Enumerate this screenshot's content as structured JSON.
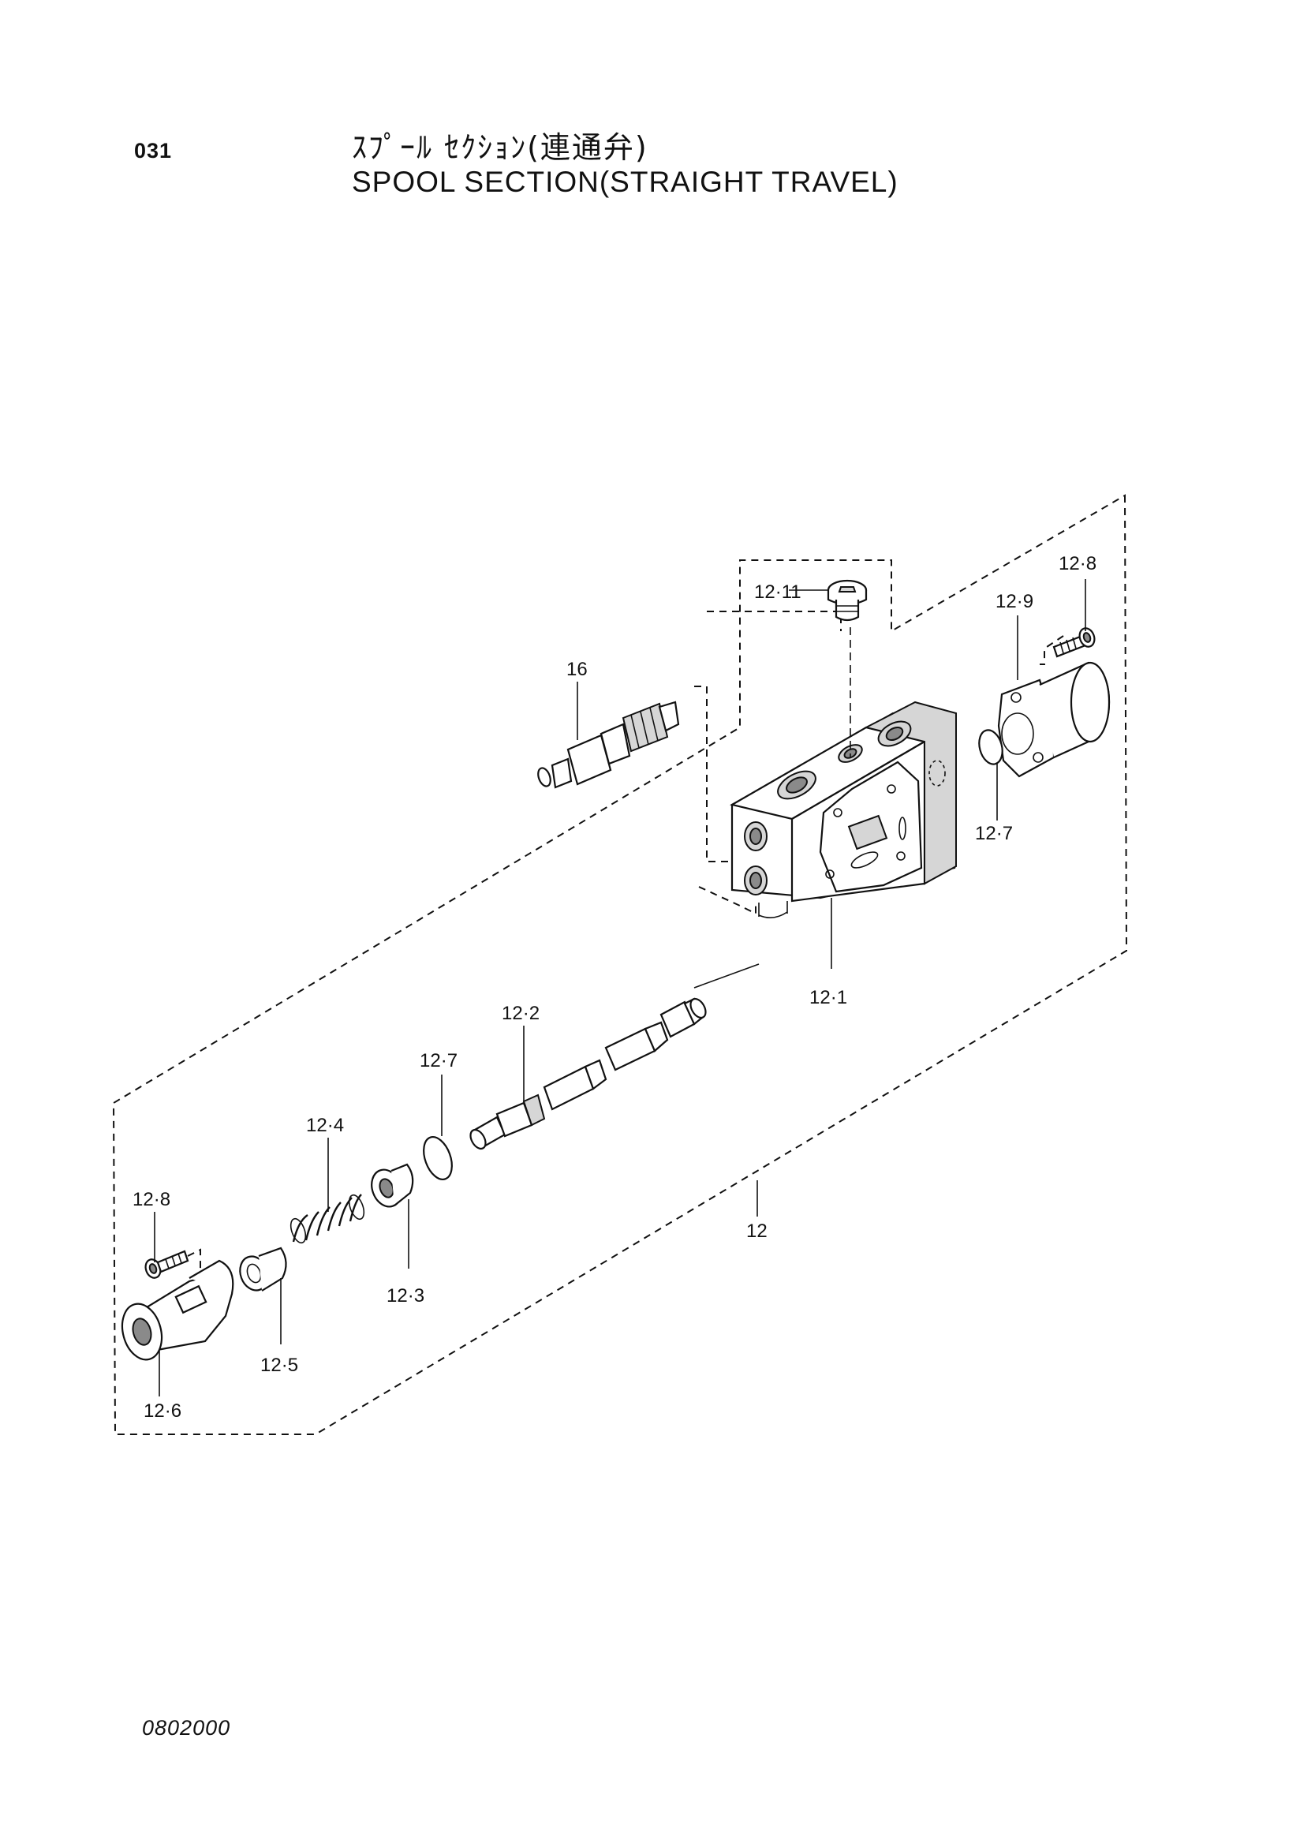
{
  "page": {
    "number": "031",
    "title_jp": "ｽﾌﾟｰﾙ ｾｸｼｮﾝ(連通弁)",
    "title_en": "SPOOL SECTION(STRAIGHT TRAVEL)",
    "footer_code": "0802000"
  },
  "callouts": {
    "c12_11": "12·11",
    "c12_8_top": "12·8",
    "c12_9": "12·9",
    "c16": "16",
    "c12_7_right": "12·7",
    "c12_1": "12·1",
    "c12_2": "12·2",
    "c12_7_left": "12·7",
    "c12_4": "12·4",
    "c12_8_left": "12·8",
    "c12_3": "12·3",
    "c12_5": "12·5",
    "c12_6": "12·6",
    "c12": "12"
  }
}
